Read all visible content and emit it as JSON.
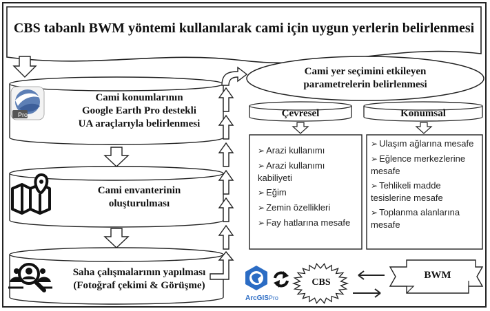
{
  "title": "CBS tabanlı BWM yöntemi kullanılarak cami için uygun yerlerin belirlenmesi",
  "steps": [
    {
      "line1": "Cami konumlarının",
      "line2": "Google Earth Pro destekli",
      "line3": "UA araçlarıyla belirlenmesi",
      "badge": "Pro"
    },
    {
      "line1": "Cami envanterinin",
      "line2": "oluşturulması"
    },
    {
      "line1": "Saha çalışmalarının yapılması",
      "line2": "(Fotoğraf çekimi & Görüşme)"
    }
  ],
  "params_title": {
    "line1": "Cami yer seçimini etkileyen",
    "line2": "parametrelerin belirlenmesi"
  },
  "environmental": {
    "heading": "Çevresel",
    "items": [
      "Arazi kullanımı",
      "Arazi kullanımı kabiliyeti",
      "Eğim",
      "Zemin özellikleri",
      "Fay hatlarına mesafe"
    ]
  },
  "locational": {
    "heading": "Konumsal",
    "items": [
      "Ulaşım ağlarına mesafe",
      "Eğlence merkezlerine mesafe",
      "Tehlikeli madde tesislerine mesafe",
      "Toplanma alanlarına mesafe"
    ]
  },
  "tools": {
    "arcgis": "ArcGIS",
    "arcgis_pro": "Pro",
    "cbs": "CBS",
    "bwm": "BWM"
  }
}
